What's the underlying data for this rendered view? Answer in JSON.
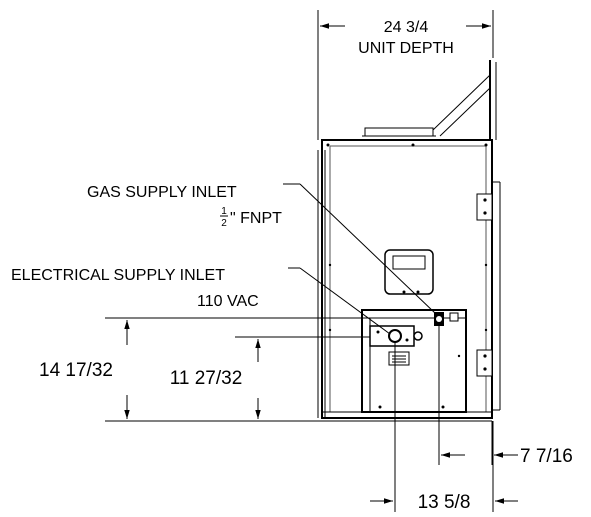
{
  "dimensions": {
    "unit_depth_value": "24 3/4",
    "unit_depth_label": "UNIT DEPTH",
    "height_left": "14 17/32",
    "height_right": "11 27/32",
    "offset_right": "7 7/16",
    "offset_bottom": "13 5/8"
  },
  "callouts": {
    "gas_inlet_title": "GAS SUPPLY INLET",
    "gas_inlet_frac_num": "1",
    "gas_inlet_frac_den": "2",
    "gas_inlet_spec": "\" FNPT",
    "electrical_inlet_title": "ELECTRICAL SUPPLY INLET",
    "electrical_inlet_spec": "110 VAC"
  }
}
